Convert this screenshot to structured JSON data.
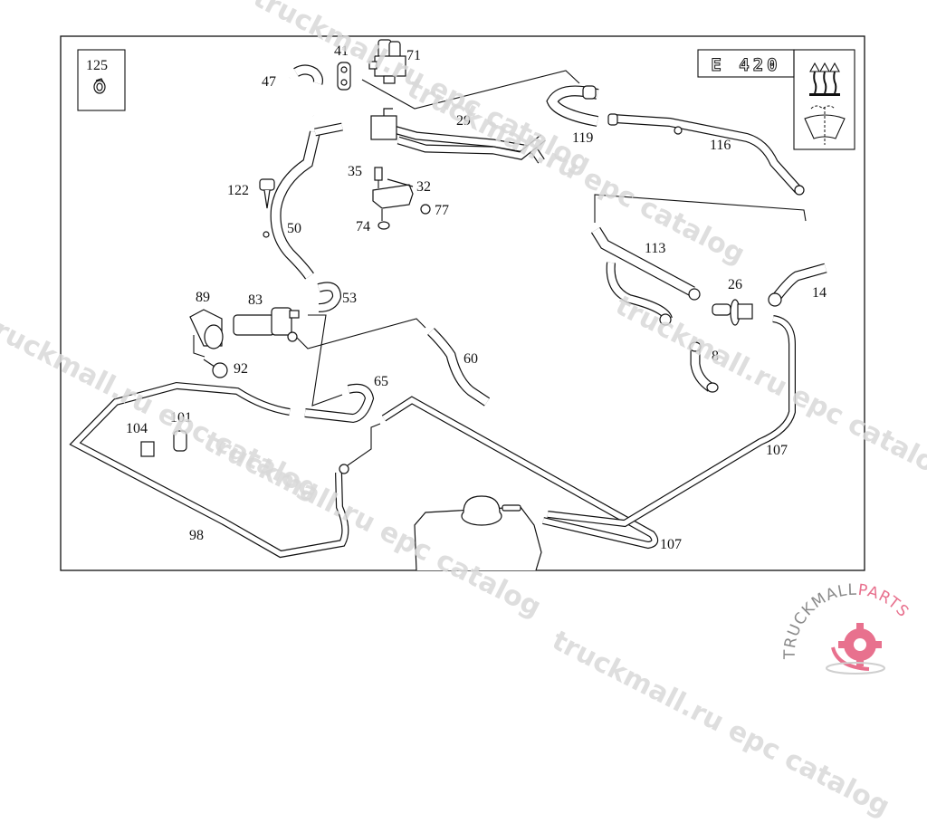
{
  "diagram": {
    "title": "Heater hoses and auxiliary water pump",
    "model_badge": "E 420",
    "info_box_icons": [
      "heat-arrows-icon",
      "windshield-icon"
    ],
    "inset_part": "125",
    "part_numbers": [
      {
        "id": "p125",
        "label": "125"
      },
      {
        "id": "p47",
        "label": "47"
      },
      {
        "id": "p41",
        "label": "41"
      },
      {
        "id": "p71",
        "label": "71"
      },
      {
        "id": "p29",
        "label": "29"
      },
      {
        "id": "p119",
        "label": "119"
      },
      {
        "id": "p116",
        "label": "116"
      },
      {
        "id": "p122",
        "label": "122"
      },
      {
        "id": "p35",
        "label": "35"
      },
      {
        "id": "p32",
        "label": "32"
      },
      {
        "id": "p77",
        "label": "77"
      },
      {
        "id": "p74",
        "label": "74"
      },
      {
        "id": "p50",
        "label": "50"
      },
      {
        "id": "p113",
        "label": "113"
      },
      {
        "id": "p26",
        "label": "26"
      },
      {
        "id": "p14",
        "label": "14"
      },
      {
        "id": "p89",
        "label": "89"
      },
      {
        "id": "p83",
        "label": "83"
      },
      {
        "id": "p53",
        "label": "53"
      },
      {
        "id": "p92",
        "label": "92"
      },
      {
        "id": "p60",
        "label": "60"
      },
      {
        "id": "p8",
        "label": "8"
      },
      {
        "id": "p65",
        "label": "65"
      },
      {
        "id": "p104",
        "label": "104"
      },
      {
        "id": "p101",
        "label": "101"
      },
      {
        "id": "p107a",
        "label": "107"
      },
      {
        "id": "p98",
        "label": "98"
      },
      {
        "id": "p107b",
        "label": "107"
      }
    ]
  },
  "watermarks": [
    "truckmall.ru epc catalog"
  ],
  "logo": {
    "text_main": "TRUCKMALL",
    "text_accent": "PARTS",
    "accent_color": "#e8718e",
    "main_color": "#8a8a8a"
  }
}
